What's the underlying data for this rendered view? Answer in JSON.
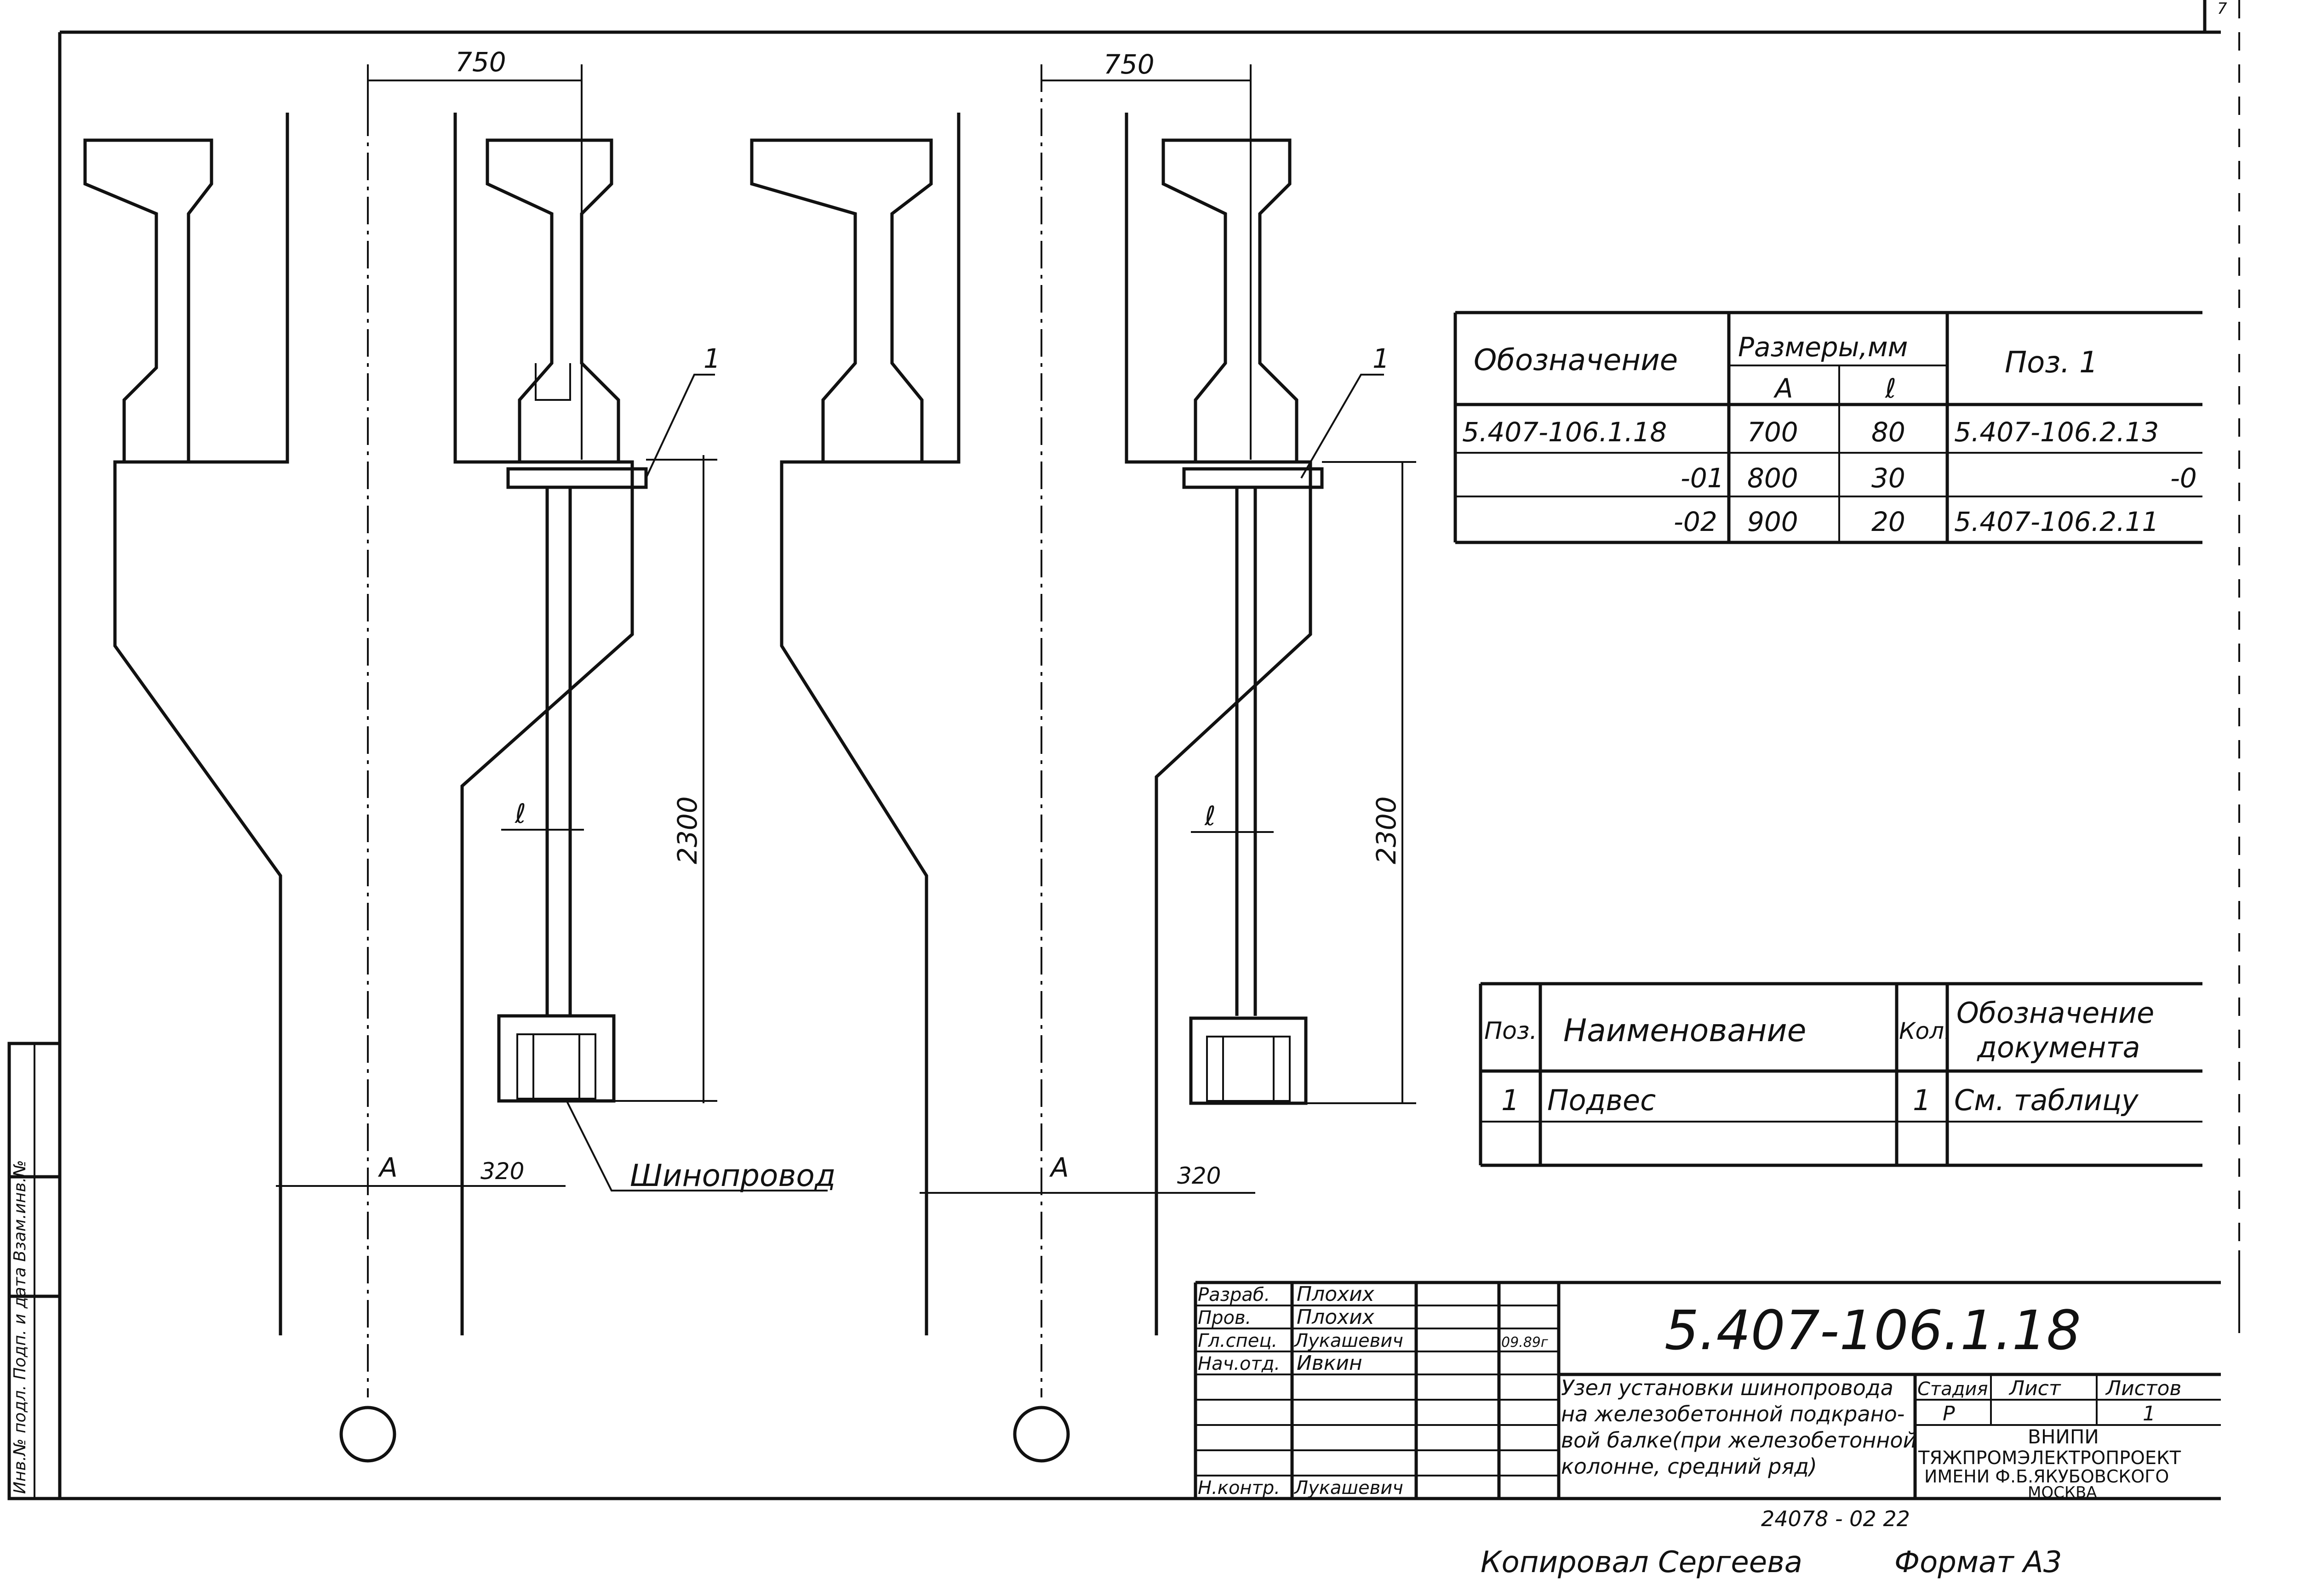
{
  "drawing": {
    "dim_750_left": "750",
    "dim_750_right": "750",
    "dim_2300_left": "2300",
    "dim_2300_right": "2300",
    "dim_A_left": "A",
    "dim_A_right": "A",
    "dim_320_left": "320",
    "dim_320_right": "320",
    "dim_l_left": "ℓ",
    "dim_l_right": "ℓ",
    "pos_1_left": "1",
    "pos_1_right": "1",
    "busbar_label": "Шинопровод",
    "sheet_number": "7"
  },
  "variants_table": {
    "header_designation": "Обозначение",
    "header_sizes": "Размеры,мм",
    "header_A": "А",
    "header_l": "ℓ",
    "header_pos": "Поз. 1",
    "rows": [
      {
        "designation": "5.407-106.1.18",
        "A": "700",
        "l": "80",
        "pos": "5.407-106.2.13"
      },
      {
        "designation": "-01",
        "A": "800",
        "l": "30",
        "pos": "-0"
      },
      {
        "designation": "-02",
        "A": "900",
        "l": "20",
        "pos": "5.407-106.2.11"
      }
    ]
  },
  "spec_table": {
    "header_pos": "Поз.",
    "header_name": "Наименование",
    "header_qty": "Кол.",
    "header_doc_line1": "Обозначение",
    "header_doc_line2": "документа",
    "rows": [
      {
        "pos": "1",
        "name": "Подвес",
        "qty": "1",
        "doc": "См. таблицу"
      }
    ]
  },
  "title_block": {
    "code": "5.407-106.1.18",
    "roles": [
      "Разраб.",
      "Пров.",
      "Гл.спец.",
      "Нач.отд.",
      "Н.контр."
    ],
    "names": [
      "Плохих",
      "Плохих",
      "Лукашевич",
      "Ивкин",
      "Лукашевич"
    ],
    "date": "09.89г",
    "description_lines": [
      "Узел установки шинопровода",
      "на железобетонной подкрано-",
      "вой балке(при железобетонной",
      "колонне, средний ряд)"
    ],
    "stage_label": "Стадия",
    "sheet_label": "Лист",
    "sheets_label": "Листов",
    "stage_value": "Р",
    "sheets_value": "1",
    "org_lines": [
      "ВНИПИ",
      "ТЯЖПРОМЭЛЕКТРОПРОЕКТ",
      "ИМЕНИ Ф.Б.ЯКУБОВСКОГО",
      "МОСКВА"
    ]
  },
  "margin_stamp": "Инв.№ подл.  Подп. и дата  Взам.инв.№",
  "footer": {
    "archive_number": "24078 - 02   22",
    "copied_by": "Копировал  Сергеева",
    "format": "Формат А3"
  }
}
